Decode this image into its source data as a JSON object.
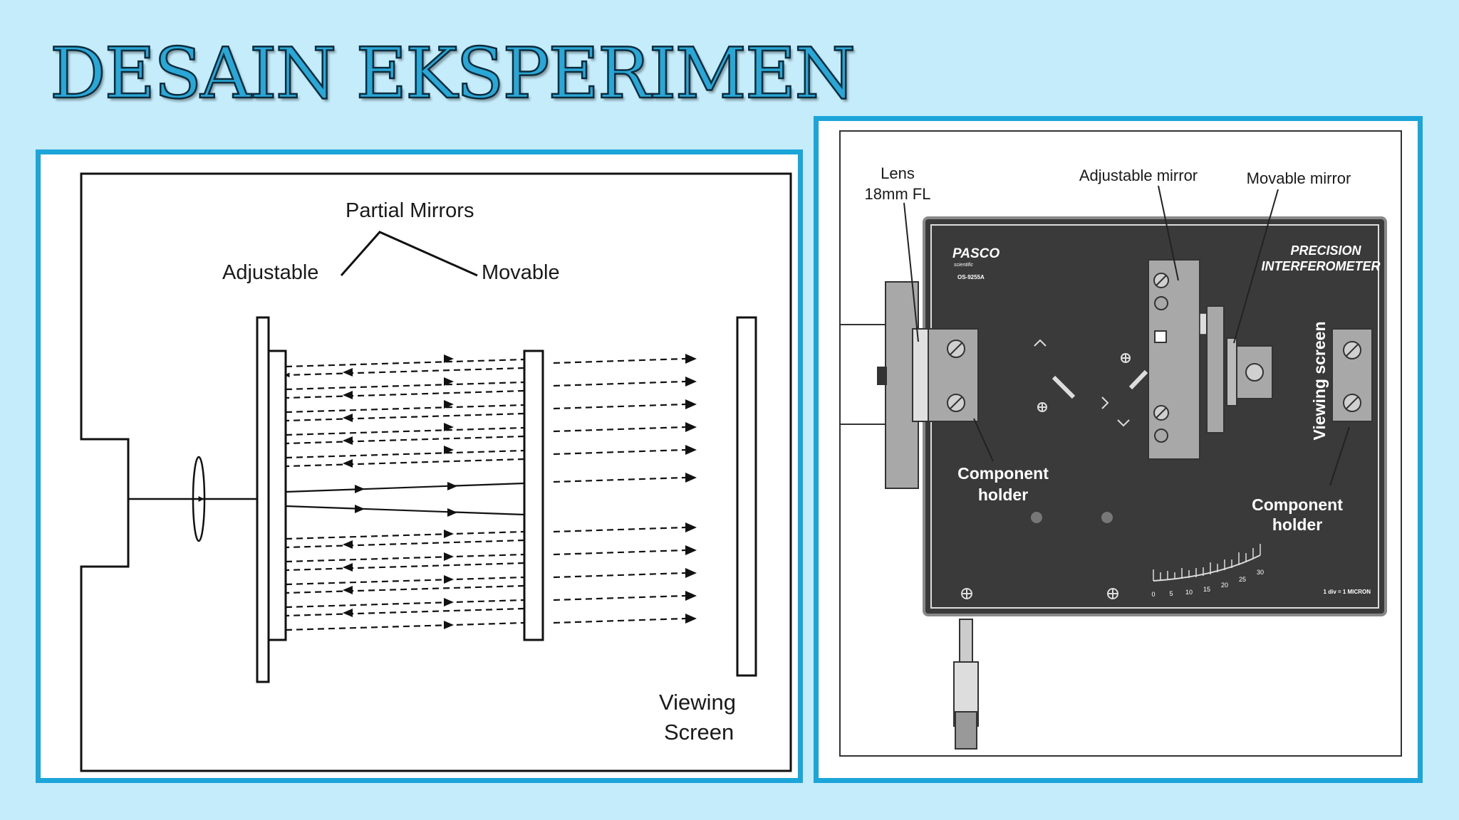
{
  "slide": {
    "title": "DESAIN EKSPERIMEN"
  },
  "schematic": {
    "partial_mirrors": "Partial Mirrors",
    "adjustable": "Adjustable",
    "movable": "Movable",
    "viewing": "Viewing",
    "screen": "Screen"
  },
  "photo": {
    "lens_line1": "Lens",
    "lens_line2": "18mm FL",
    "adjustable_mirror": "Adjustable mirror",
    "movable_mirror": "Movable mirror",
    "brand": "PASCO",
    "brand_sub": "scientific",
    "model": "OS-9255A",
    "instrument_line1": "PRECISION",
    "instrument_line2": "INTERFEROMETER",
    "viewing_screen": "Viewing screen",
    "component_holder_left_1": "Component",
    "component_holder_left_2": "holder",
    "component_holder_right_1": "Component",
    "component_holder_right_2": "holder",
    "scale_ticks": [
      "0",
      "5",
      "10",
      "15",
      "20",
      "25",
      "30"
    ],
    "scale_caption": "1 div = 1 MICRON"
  },
  "colors": {
    "background": "#c5ecfb",
    "frame_border": "#1ba5d9",
    "title_fill": "#29a8d8",
    "title_outline": "#0c2c3c",
    "device_dark": "#3a3a3a",
    "metal_grey": "#a8a8a8"
  }
}
